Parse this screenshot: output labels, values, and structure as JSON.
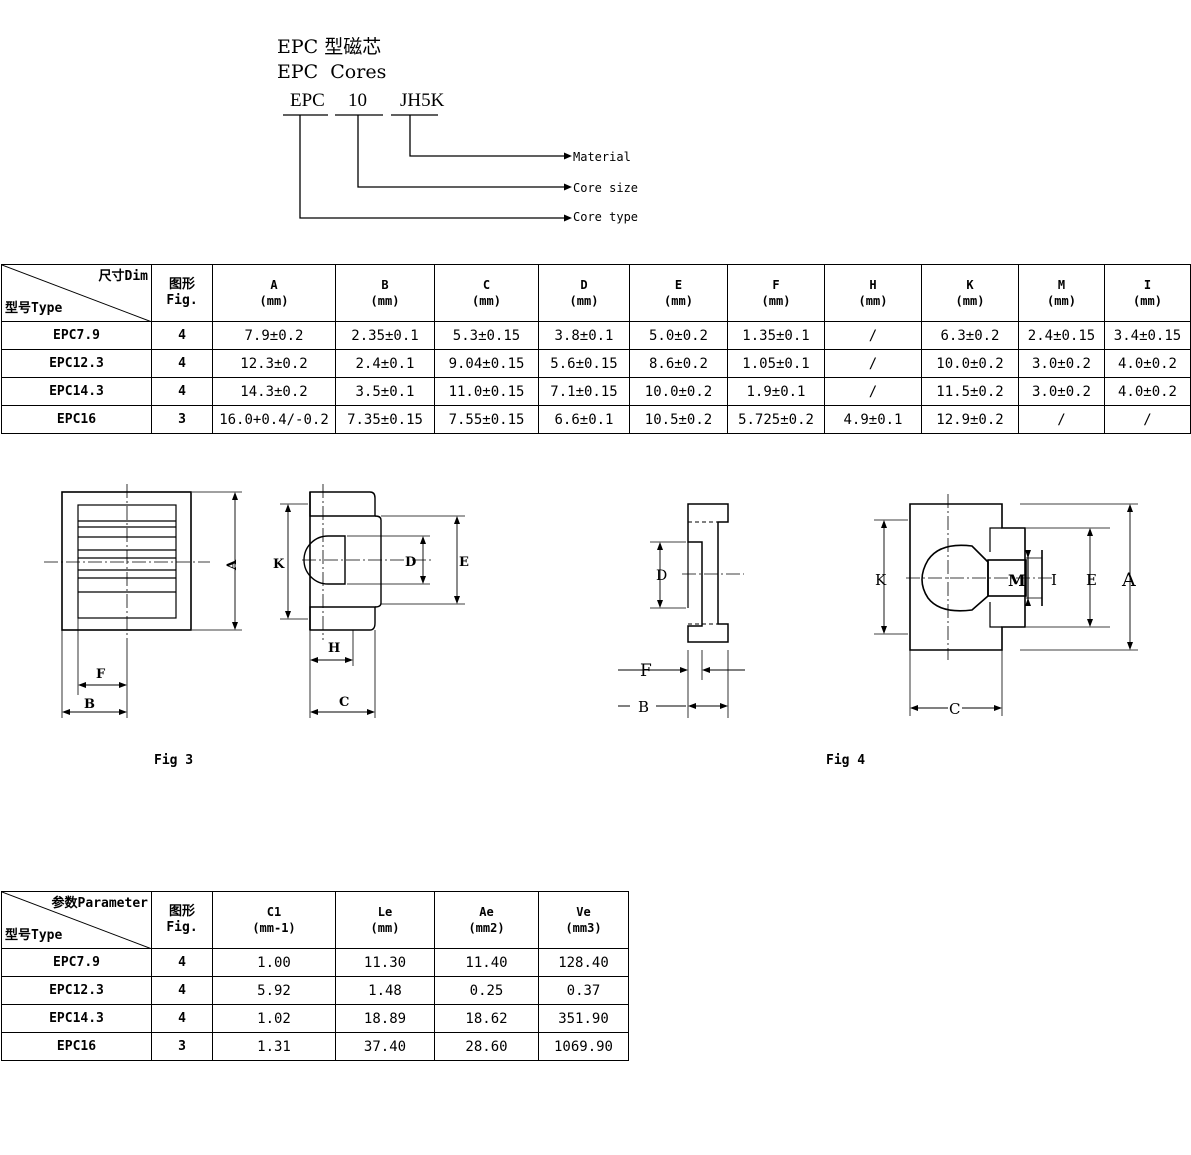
{
  "header": {
    "title_cn": "EPC 型磁芯",
    "title_en": "EPC  Cores",
    "code_parts": [
      "EPC",
      "10",
      "JH5K"
    ],
    "legend": [
      "Material",
      "Core size",
      "Core type"
    ]
  },
  "dim_table": {
    "corner_top": "尺寸Dim",
    "corner_bottom": "型号Type",
    "fig_header": [
      "图形",
      "Fig."
    ],
    "columns": [
      {
        "name": "A",
        "unit": "(mm)"
      },
      {
        "name": "B",
        "unit": "(mm)"
      },
      {
        "name": "C",
        "unit": "(mm)"
      },
      {
        "name": "D",
        "unit": "(mm)"
      },
      {
        "name": "E",
        "unit": "(mm)"
      },
      {
        "name": "F",
        "unit": "(mm)"
      },
      {
        "name": "H",
        "unit": "(mm)"
      },
      {
        "name": "K",
        "unit": "(mm)"
      },
      {
        "name": "M",
        "unit": "(mm)"
      },
      {
        "name": "I",
        "unit": "(mm)"
      }
    ],
    "rows": [
      {
        "model": "EPC7.9",
        "fig": "4",
        "cells": [
          "7.9±0.2",
          "2.35±0.1",
          "5.3±0.15",
          "3.8±0.1",
          "5.0±0.2",
          "1.35±0.1",
          "/",
          "6.3±0.2",
          "2.4±0.15",
          "3.4±0.15"
        ]
      },
      {
        "model": "EPC12.3",
        "fig": "4",
        "cells": [
          "12.3±0.2",
          "2.4±0.1",
          "9.04±0.15",
          "5.6±0.15",
          "8.6±0.2",
          "1.05±0.1",
          "/",
          "10.0±0.2",
          "3.0±0.2",
          "4.0±0.2"
        ]
      },
      {
        "model": "EPC14.3",
        "fig": "4",
        "cells": [
          "14.3±0.2",
          "3.5±0.1",
          "11.0±0.15",
          "7.1±0.15",
          "10.0±0.2",
          "1.9±0.1",
          "/",
          "11.5±0.2",
          "3.0±0.2",
          "4.0±0.2"
        ]
      },
      {
        "model": "EPC16",
        "fig": "3",
        "cells": [
          "16.0+0.4/-0.2",
          "7.35±0.15",
          "7.55±0.15",
          "6.6±0.1",
          "10.5±0.2",
          "5.725±0.2",
          "4.9±0.1",
          "12.9±0.2",
          "/",
          "/"
        ]
      }
    ]
  },
  "figures": {
    "fig3": {
      "caption": "Fig 3",
      "labels": {
        "A": "A",
        "K": "K",
        "D": "D",
        "E": "E",
        "F": "F",
        "B": "B",
        "H": "H",
        "C": "C"
      }
    },
    "fig4": {
      "caption": "Fig 4",
      "labels": {
        "D": "D",
        "F": "F",
        "B": "B",
        "K": "K",
        "M": "M",
        "I": "I",
        "E": "E",
        "A": "A",
        "C": "C"
      }
    }
  },
  "param_table": {
    "corner_top": "参数Parameter",
    "corner_bottom": "型号Type",
    "fig_header": [
      "图形",
      "Fig."
    ],
    "columns": [
      {
        "name": "C1",
        "unit": "(mm-1)"
      },
      {
        "name": "Le",
        "unit": "(mm)"
      },
      {
        "name": "Ae",
        "unit": "(mm2)"
      },
      {
        "name": "Ve",
        "unit": "(mm3)"
      }
    ],
    "rows": [
      {
        "model": "EPC7.9",
        "fig": "4",
        "cells": [
          "1.00",
          "11.30",
          "11.40",
          "128.40"
        ]
      },
      {
        "model": "EPC12.3",
        "fig": "4",
        "cells": [
          "5.92",
          "1.48",
          "0.25",
          "0.37"
        ]
      },
      {
        "model": "EPC14.3",
        "fig": "4",
        "cells": [
          "1.02",
          "18.89",
          "18.62",
          "351.90"
        ]
      },
      {
        "model": "EPC16",
        "fig": "3",
        "cells": [
          "1.31",
          "37.40",
          "28.60",
          "1069.90"
        ]
      }
    ]
  }
}
